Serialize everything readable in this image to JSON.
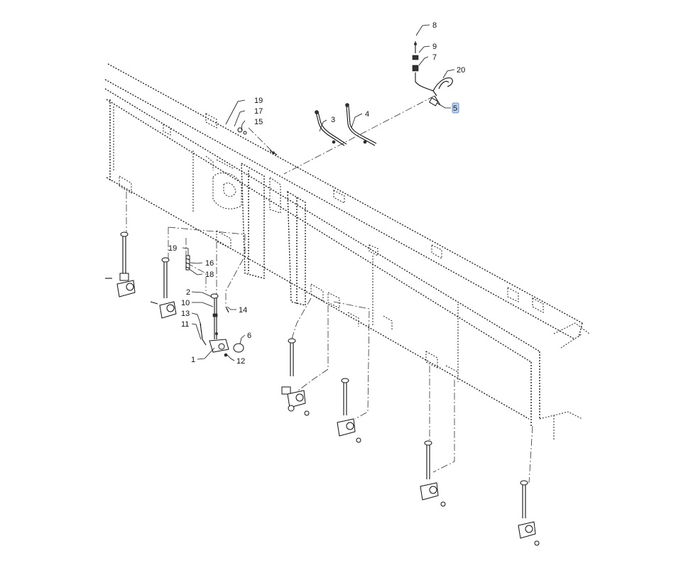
{
  "callouts": [
    "1",
    "2",
    "3",
    "4",
    "5",
    "6",
    "7",
    "8",
    "9",
    "10",
    "11",
    "12",
    "13",
    "14",
    "15",
    "16",
    "17",
    "18",
    "19",
    "19",
    "20"
  ],
  "highlighted_callout": "5",
  "colors": {
    "line": "#111111",
    "highlight_fill": "#bcd4f2",
    "highlight_stroke": "#4a78c2",
    "background": "#ffffff"
  }
}
